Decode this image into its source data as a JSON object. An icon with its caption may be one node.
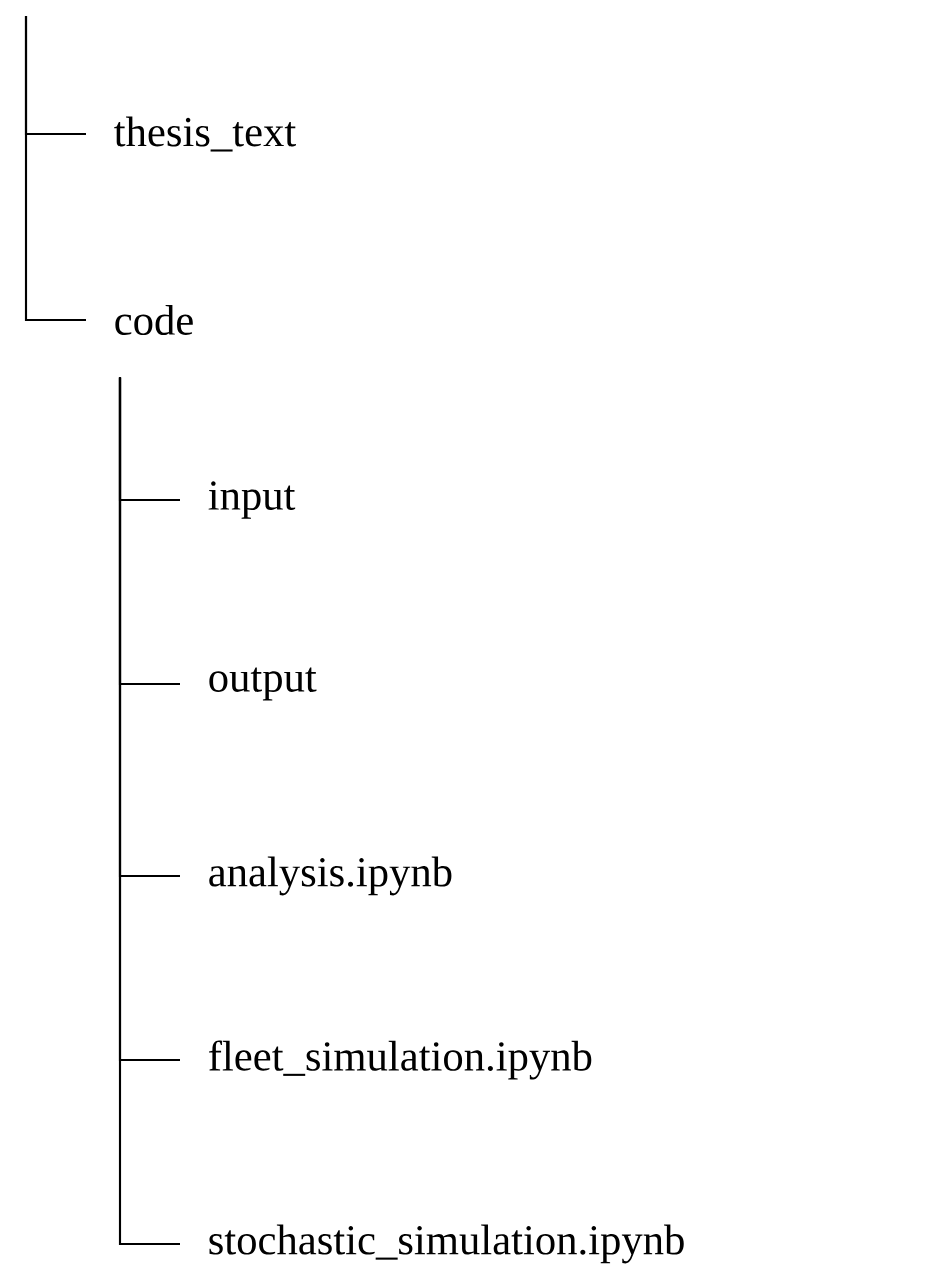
{
  "diagram": {
    "nodes": [
      {
        "text": [
          "thesis_text"
        ]
      },
      {
        "text": [
          "code"
        ]
      },
      {
        "text": [
          "input"
        ]
      },
      {
        "text": [
          "output"
        ]
      },
      {
        "text": [
          "analysis.ipynb"
        ]
      },
      {
        "text": [
          "fleet_simulation.ipynb"
        ]
      },
      {
        "text": [
          "stochastic_simulation.ipynb"
        ]
      }
    ],
    "edges": [
      {
        "from": null,
        "to": 0,
        "arrow": "none"
      },
      {
        "from": null,
        "to": 1,
        "arrow": "none"
      },
      {
        "from": 1,
        "to": 2,
        "arrow": "none"
      },
      {
        "from": 1,
        "to": 3,
        "arrow": "none"
      },
      {
        "from": 1,
        "to": 4,
        "arrow": "none"
      },
      {
        "from": 1,
        "to": 5,
        "arrow": "none"
      },
      {
        "from": 1,
        "to": 6,
        "arrow": "none"
      }
    ]
  }
}
